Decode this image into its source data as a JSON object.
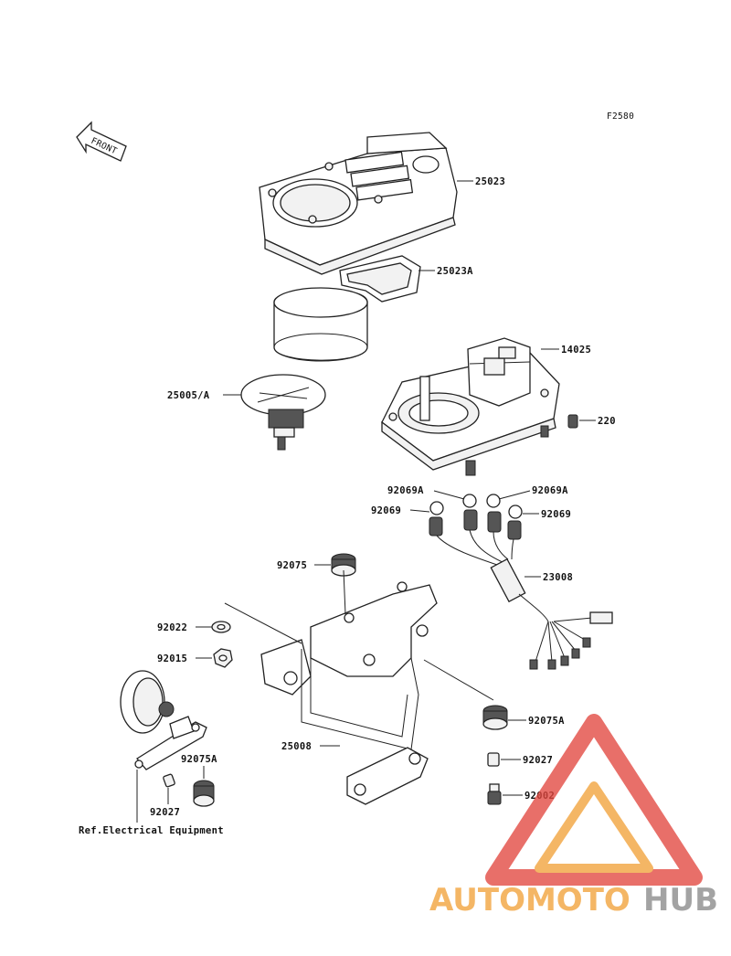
{
  "figure_code": "F2580",
  "front_arrow_text": "FRONT",
  "reference_note": "Ref.Electrical Equipment",
  "callouts": {
    "c25023": "25023",
    "c25023A": "25023A",
    "c14025": "14025",
    "c25005A": "25005/A",
    "c220": "220",
    "c92069A_left": "92069A",
    "c92069A_right": "92069A",
    "c92069_left": "92069",
    "c92069_right": "92069",
    "c92075": "92075",
    "c23008": "23008",
    "c92022": "92022",
    "c92015": "92015",
    "c92075A_right": "92075A",
    "c25008": "25008",
    "c92027_right": "92027",
    "c92002": "92002",
    "c92075A_left": "92075A",
    "c92027_left": "92027"
  },
  "watermark": {
    "part1": "AUTOMOTO",
    "part2": "HUB",
    "color_orange": "#f2a23a",
    "color_red": "#e2473f",
    "color_gray": "#8a8a8a"
  }
}
